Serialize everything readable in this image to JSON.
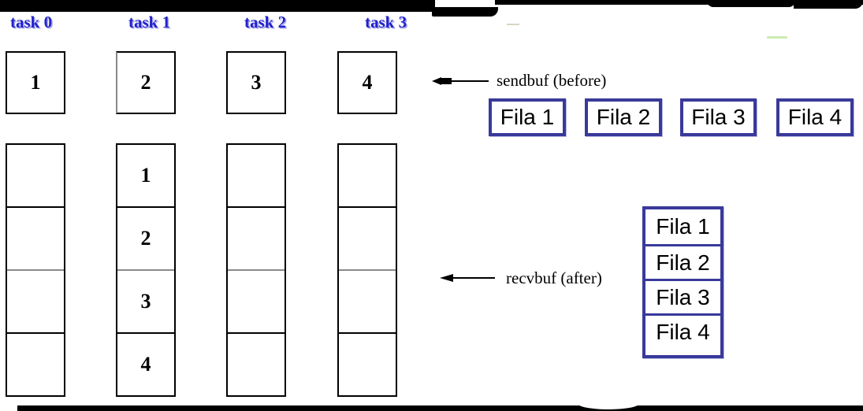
{
  "figure": {
    "title_semantics": "MPI gather collective communication diagram",
    "task_columns": [
      {
        "label": "task 0",
        "sendbuf_value": "1",
        "recvbuf_values": [
          "",
          "",
          "",
          ""
        ]
      },
      {
        "label": "task 1",
        "sendbuf_value": "2",
        "recvbuf_values": [
          "1",
          "2",
          "3",
          "4"
        ]
      },
      {
        "label": "task 2",
        "sendbuf_value": "3",
        "recvbuf_values": [
          "",
          "",
          "",
          ""
        ]
      },
      {
        "label": "task 3",
        "sendbuf_value": "4",
        "recvbuf_values": [
          "",
          "",
          "",
          ""
        ]
      }
    ],
    "annotations": {
      "sendbuf": "sendbuf (before)",
      "recvbuf": "recvbuf (after)"
    },
    "fila_row": [
      "Fila 1",
      "Fila 2",
      "Fila 3",
      "Fila 4"
    ],
    "fila_stack": [
      "Fila 1",
      "Fila 2",
      "Fila 3",
      "Fila 4"
    ],
    "colors": {
      "task_label_blue": "#2222cc",
      "fila_border_blue": "#39399b",
      "box_border": "#000000",
      "background": "#ffffff",
      "matte": "#000000"
    }
  }
}
